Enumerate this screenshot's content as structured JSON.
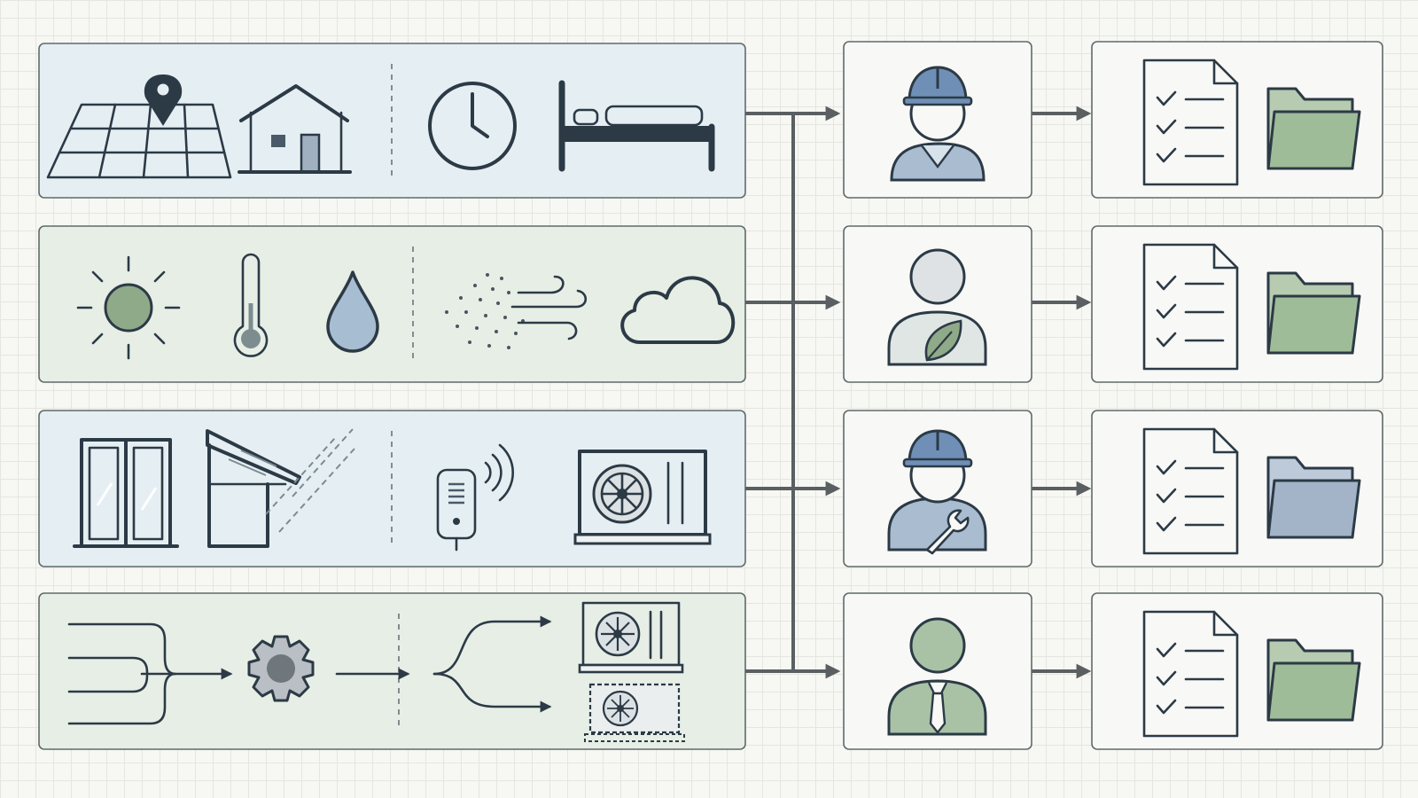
{
  "colors": {
    "panel_blue": "#e5eff3",
    "panel_green": "#e6eee6",
    "accent_blue": "#6f8fb6",
    "accent_green": "#8faa88",
    "folder_green": "#9fbc98",
    "folder_blue": "#a3b4c8",
    "connector": "#5a5f62",
    "ink": "#2c3a46"
  },
  "rows": [
    {
      "panel": "blue",
      "icons_left": [
        "map-pin-icon",
        "house-icon"
      ],
      "icons_right": [
        "clock-icon",
        "bed-icon"
      ],
      "role_icon": "engineer-hard-hat-icon",
      "output_icons": [
        "checklist-document-icon",
        "green-folder-icon"
      ]
    },
    {
      "panel": "green",
      "icons_left": [
        "sun-icon",
        "thermometer-icon",
        "water-drop-icon"
      ],
      "icons_right": [
        "wind-particles-icon",
        "cloud-icon"
      ],
      "role_icon": "environmental-expert-leaf-icon",
      "output_icons": [
        "checklist-document-icon",
        "green-folder-icon"
      ]
    },
    {
      "panel": "blue",
      "icons_left": [
        "window-icon",
        "roof-overhang-icon"
      ],
      "icons_right": [
        "wireless-sensor-icon",
        "heat-pump-unit-icon"
      ],
      "role_icon": "technician-wrench-icon",
      "output_icons": [
        "checklist-document-icon",
        "blue-folder-icon"
      ]
    },
    {
      "panel": "green",
      "icons_left": [
        "merging-inputs-icon",
        "gear-icon"
      ],
      "icons_right": [
        "branching-arrows-icon",
        "heat-pump-unit-icon",
        "optional-heat-pump-icon"
      ],
      "role_icon": "manager-tie-icon",
      "output_icons": [
        "checklist-document-icon",
        "green-folder-icon"
      ]
    }
  ]
}
